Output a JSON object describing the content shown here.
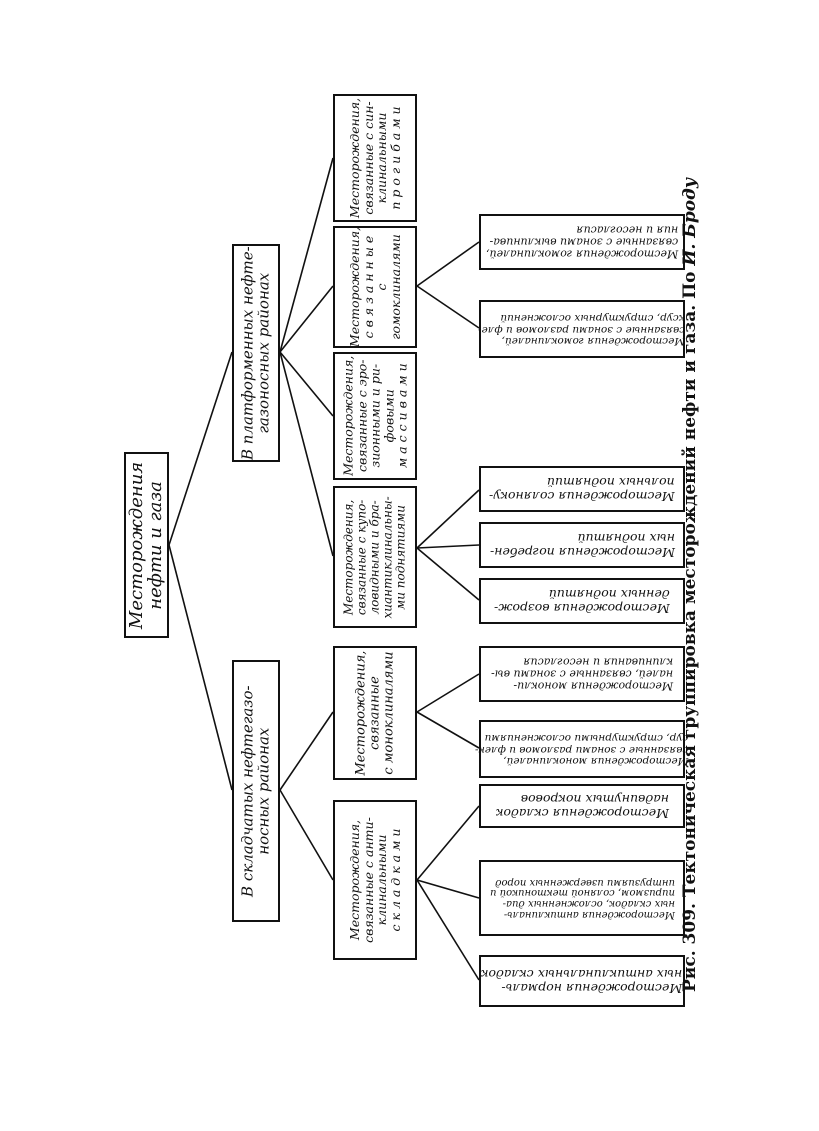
{
  "diagram": {
    "root": {
      "text": "Месторождения\nнефти  и  газа"
    },
    "branches": [
      {
        "text": "В складчатых нефтегазо-\nносных районах"
      },
      {
        "text": "В платформенных нефте-\nгазоносных районах"
      }
    ],
    "groups": [
      {
        "text": "Месторождения,\nсвязанные с анти-\nклинальными\nс к л а д к а м и"
      },
      {
        "text": "Месторождения,\nсвязанные\nс моноклиналями"
      },
      {
        "text": "Месторождения,\nсвязанные с купо-\nловидными и бра-\nхиантиклинальны-\nми поднятиями"
      },
      {
        "text": "Месторождения,\nсвязанные с эро-\nзионными и ри-\nфовыми\nм а с с и в а м и"
      },
      {
        "text": "Месторождения,\nс в я з а н н ы е\nс\nгомоклиналями"
      },
      {
        "text": "Месторождения,\nсвязанные с син-\nклинальными\nп р о г и б а м и"
      }
    ],
    "leaves": [
      {
        "text": "Месторождения нормаль-\nных антиклинальных складок"
      },
      {
        "text": "Месторождения антиклиналь-\nных складок, осложненных диа-\nпиризмом, соляной тектоникой и\nинтрузиями изверженных пород"
      },
      {
        "text": "Месторождения складок\nнадвинутых покровов"
      },
      {
        "text": "Месторождения моноклиналей,\nсвязанные с зонами разломов и флек-\nсур, структурными осложнениями"
      },
      {
        "text": "Месторождения монокли-\nналей, связанные с зонами вы-\nклинивания и несогласия"
      },
      {
        "text": "Месторождения возрож-\nденных поднятий"
      },
      {
        "text": "Месторождения погребен-\nных поднятий"
      },
      {
        "text": "Месторождения соляноку-\nпольных поднятий"
      },
      {
        "text": "Месторождения гомоклиналей,\nсвязанные с зонами разломов и фле-\nксур, структурных осложнений"
      },
      {
        "text": "Месторождения гомоклиналей,\nсвязанные с зонами выклинива-\nния и несогласия"
      }
    ],
    "caption": {
      "main": "Рис. 309. Тектоническая группировка месторождений нефти и газа. По",
      "author": "И. Броду"
    }
  }
}
